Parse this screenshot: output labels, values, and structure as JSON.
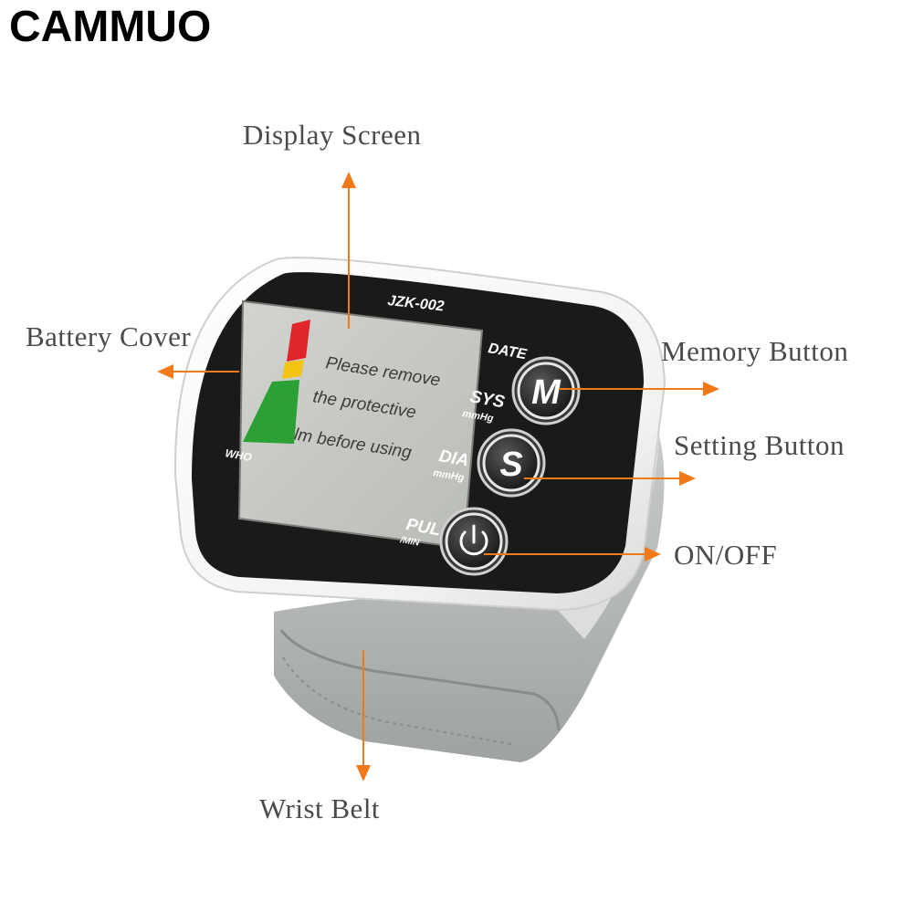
{
  "brand": "CAMMUO",
  "callouts": {
    "display_screen": "Display Screen",
    "battery_cover": "Battery Cover",
    "memory_button": "Memory Button",
    "setting_button": "Setting Button",
    "on_off": "ON/OFF",
    "wrist_belt": "Wrist Belt"
  },
  "device": {
    "model": "JZK-002",
    "lcd_lines": [
      "Please remove",
      "the protective",
      "film before using"
    ],
    "labels": {
      "date": "DATE",
      "sys": "SYS",
      "sys_unit": "mmHg",
      "dia": "DIA",
      "dia_unit": "mmHg",
      "pul": "PUL",
      "pul_unit": "/MIN",
      "who": "WHO"
    },
    "buttons": {
      "memory_letter": "M",
      "setting_letter": "S"
    }
  },
  "colors": {
    "arrow": "#f07a1a",
    "who_red": "#e0262a",
    "who_yellow": "#f4c414",
    "who_green": "#2aa035"
  }
}
